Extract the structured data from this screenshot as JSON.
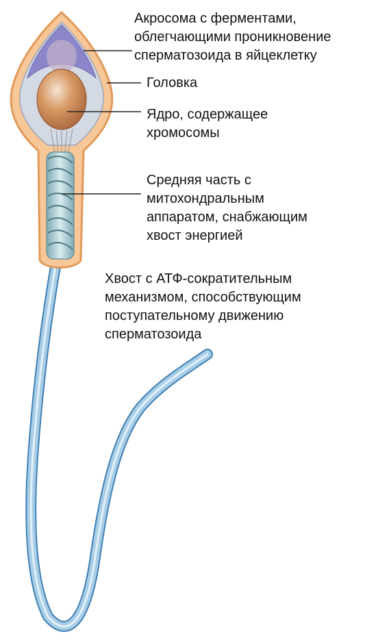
{
  "labels": {
    "acrosome": [
      "Акросома с ферментами,",
      "облегчающими проникновение",
      "сперматозоида в яйцеклетку"
    ],
    "head": [
      "Головка"
    ],
    "nucleus": [
      "Ядро, содержащее",
      "хромосомы"
    ],
    "midpiece": [
      "Средняя часть с",
      "митохондральным",
      "аппаратом, снабжающим",
      "хвост энергией"
    ],
    "tail": [
      "Хвост с АТФ-сократительным",
      "механизмом, способствующим",
      "поступательному движению",
      "сперматозоида"
    ]
  },
  "colors": {
    "membrane_outline": "#f2b27a",
    "head_fill": "#d4dae3",
    "acrosome": "#8a86c9",
    "nucleus": "#c98a57",
    "midpiece": "#a9c9cf",
    "tail": "#a8cde6",
    "leader_line": "#222222"
  }
}
